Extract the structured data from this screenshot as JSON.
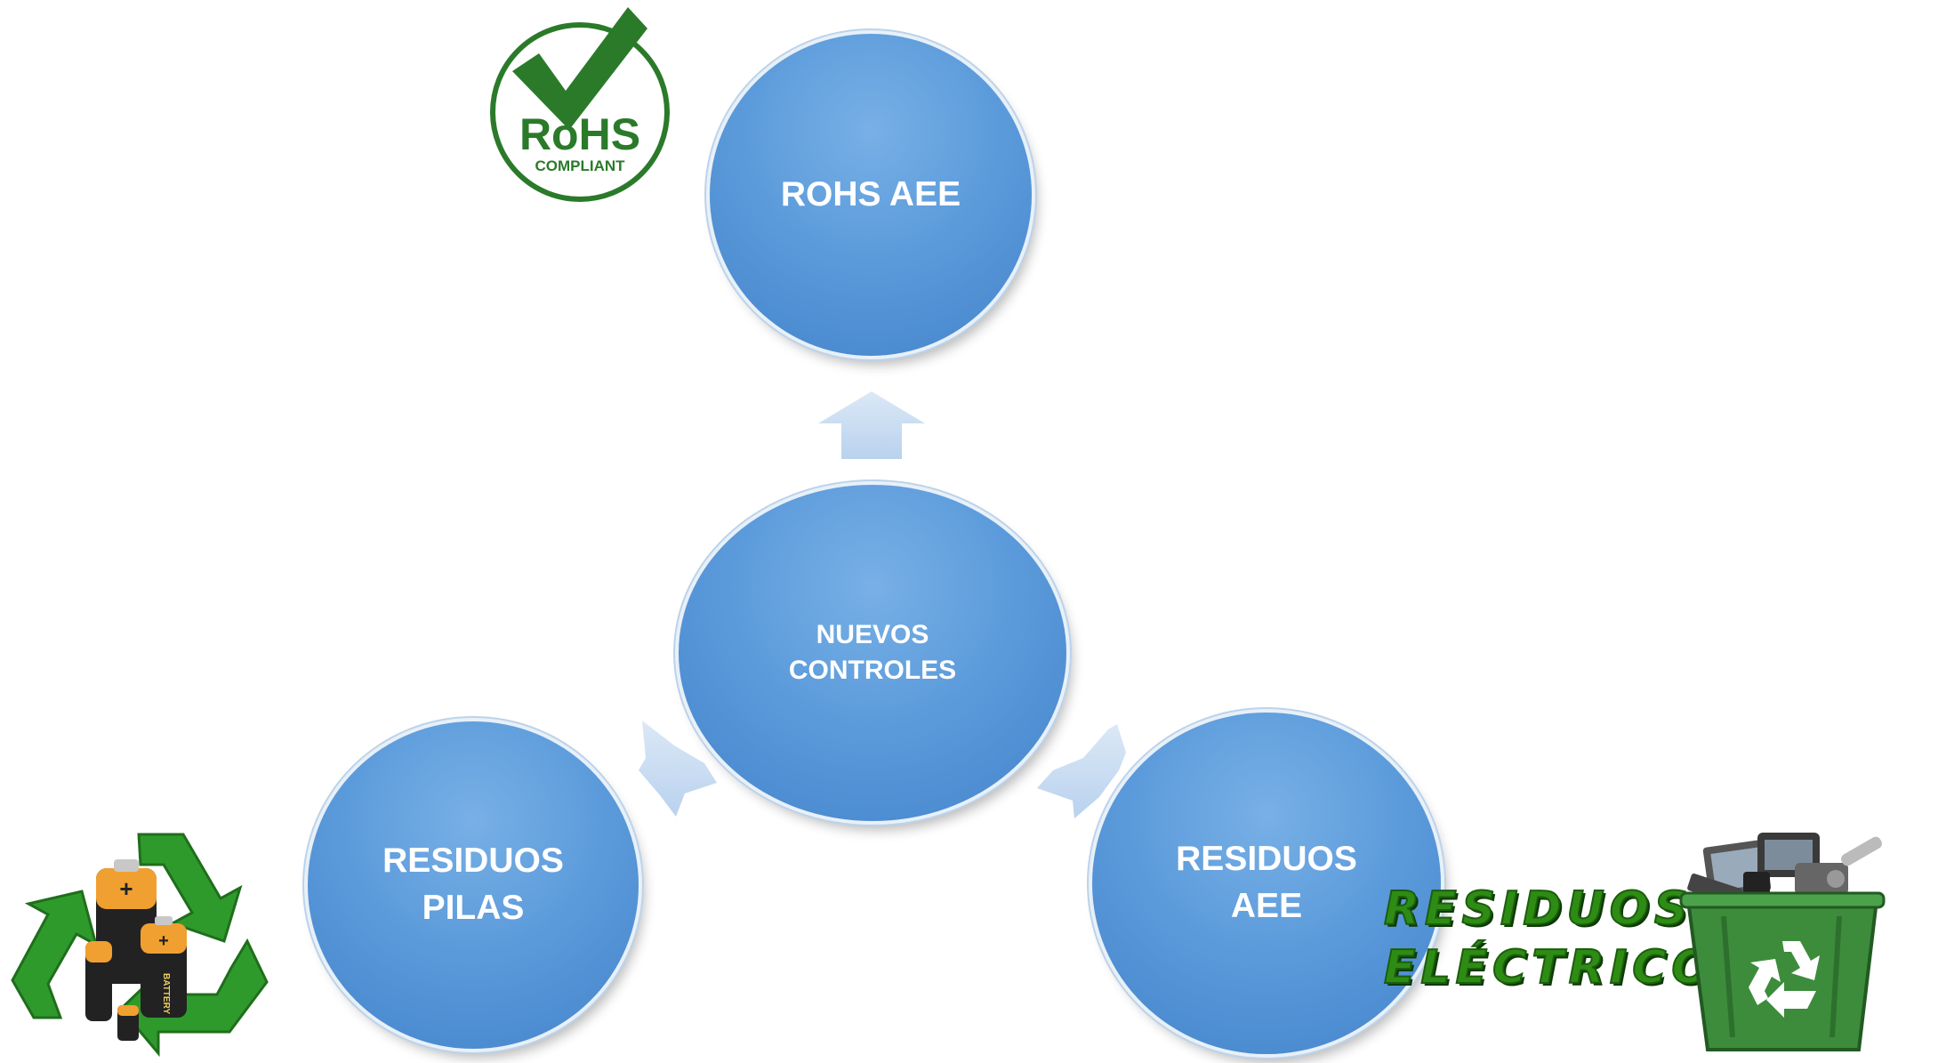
{
  "diagram": {
    "nodes": {
      "top": {
        "lines": [
          "ROHS AEE"
        ]
      },
      "center": {
        "lines": [
          "NUEVOS",
          "CONTROLES"
        ]
      },
      "left": {
        "lines": [
          "RESIDUOS",
          "PILAS"
        ]
      },
      "right": {
        "lines": [
          "RESIDUOS",
          "AEE"
        ]
      }
    },
    "colors": {
      "node_fill": "#5b9bd5",
      "node_fill_dark": "#4383ca",
      "arrow_fill": "#cfe0f3",
      "logo_green": "#2a7a2a",
      "residuos_green": "#2e8c15"
    }
  },
  "images": {
    "rohs_logo": {
      "brand": "RoHS",
      "subtitle": "COMPLIANT",
      "icon": "checkmark-icon"
    },
    "battery_logo": {
      "icon": "recycle-icon",
      "battery_text": "BATTERY"
    },
    "electrical_waste": {
      "line1": "RESIDUOS",
      "line2": "ELÉCTRICOS",
      "icon": "recycle-bin-icon"
    }
  }
}
